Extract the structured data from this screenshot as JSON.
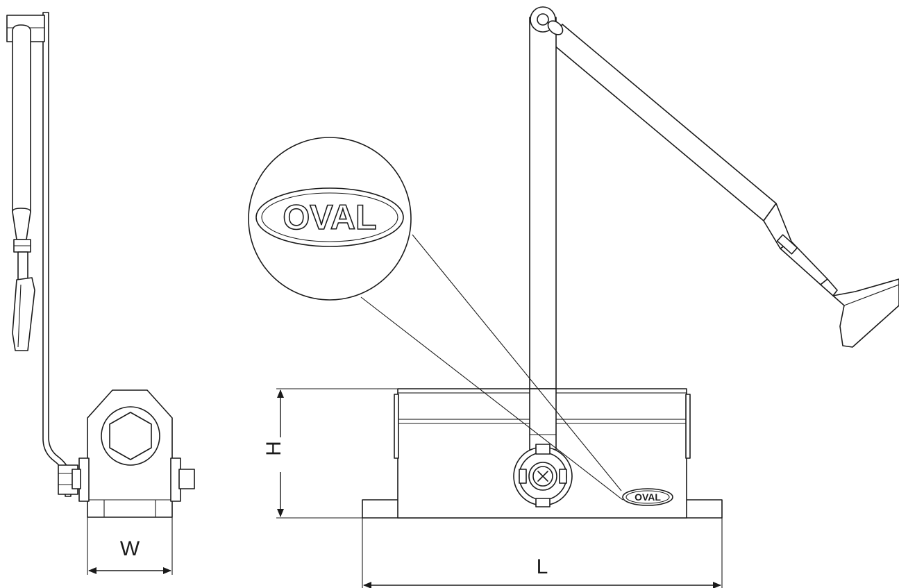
{
  "dimensions": {
    "width_label": "W",
    "height_label": "H",
    "length_label": "L"
  },
  "logo": {
    "brand": "OVAL"
  },
  "colors": {
    "line": "#1a1a1a",
    "background": "#ffffff"
  }
}
